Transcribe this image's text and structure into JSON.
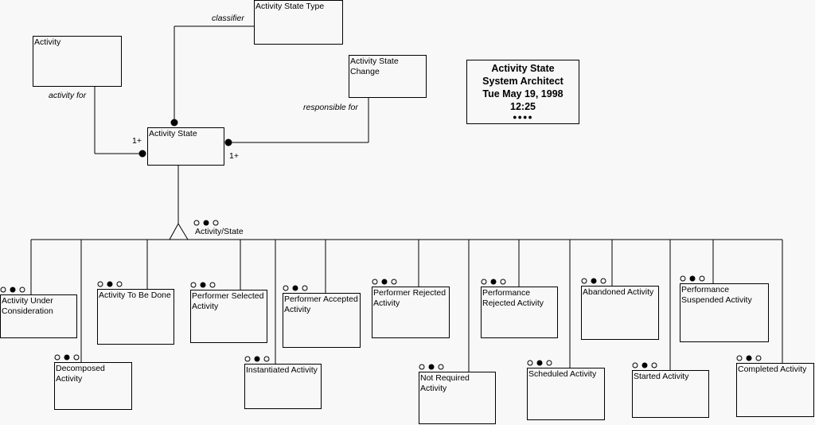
{
  "entities": {
    "activity": "Activity",
    "activity_state_type": "Activity State Type",
    "activity_state_change": "Activity State Change",
    "activity_state": "Activity State"
  },
  "relationships": {
    "classifier": "classifier",
    "activity_for": "activity for",
    "responsible_for": "responsible for",
    "mult_left": "1+",
    "mult_right": "1+"
  },
  "subtype_group": "Activity/State",
  "subtypes": [
    "Activity Under Consideration",
    "Decomposed Activity",
    "Activity To Be Done",
    "Performer Selected Activity",
    "Instantiated Activity",
    "Performer Accepted Activity",
    "Performer Rejected Activity",
    "Not Required Activity",
    "Performance Rejected Activity",
    "Scheduled Activity",
    "Abandoned Activity",
    "Started Activity",
    "Performance Suspended Activity",
    "Completed Activity"
  ],
  "title_block": {
    "line1": "Activity State",
    "line2": "System Architect",
    "line3": "Tue May 19, 1998",
    "line4": "12:25",
    "dots": "●●●●"
  }
}
